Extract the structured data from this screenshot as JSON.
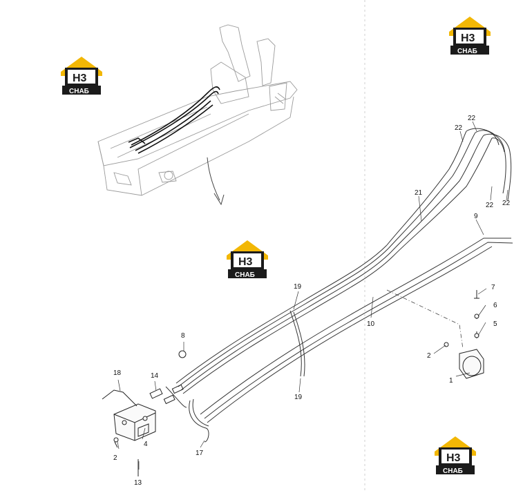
{
  "logo": {
    "mark": "H3",
    "text": "СНАБ",
    "colors": {
      "roof": "#f2b705",
      "box": "#1b1b1b",
      "mark_bg": "#ffffff",
      "mark_ink": "#1b1b1b",
      "bar": "#1b1b1b"
    }
  },
  "callouts": [
    {
      "id": "c1",
      "text": "1"
    },
    {
      "id": "c2a",
      "text": "2"
    },
    {
      "id": "c2b",
      "text": "2"
    },
    {
      "id": "c4",
      "text": "4"
    },
    {
      "id": "c5",
      "text": "5"
    },
    {
      "id": "c6",
      "text": "6"
    },
    {
      "id": "c7",
      "text": "7"
    },
    {
      "id": "c8",
      "text": "8"
    },
    {
      "id": "c9",
      "text": "9"
    },
    {
      "id": "c10",
      "text": "10"
    },
    {
      "id": "c13",
      "text": "13"
    },
    {
      "id": "c14",
      "text": "14"
    },
    {
      "id": "c17",
      "text": "17"
    },
    {
      "id": "c18",
      "text": "18"
    },
    {
      "id": "c19a",
      "text": "19"
    },
    {
      "id": "c19b",
      "text": "19"
    },
    {
      "id": "c21",
      "text": "21"
    },
    {
      "id": "c22a",
      "text": "22"
    },
    {
      "id": "c22b",
      "text": "22"
    },
    {
      "id": "c22c",
      "text": "22"
    },
    {
      "id": "c22d",
      "text": "22"
    }
  ]
}
